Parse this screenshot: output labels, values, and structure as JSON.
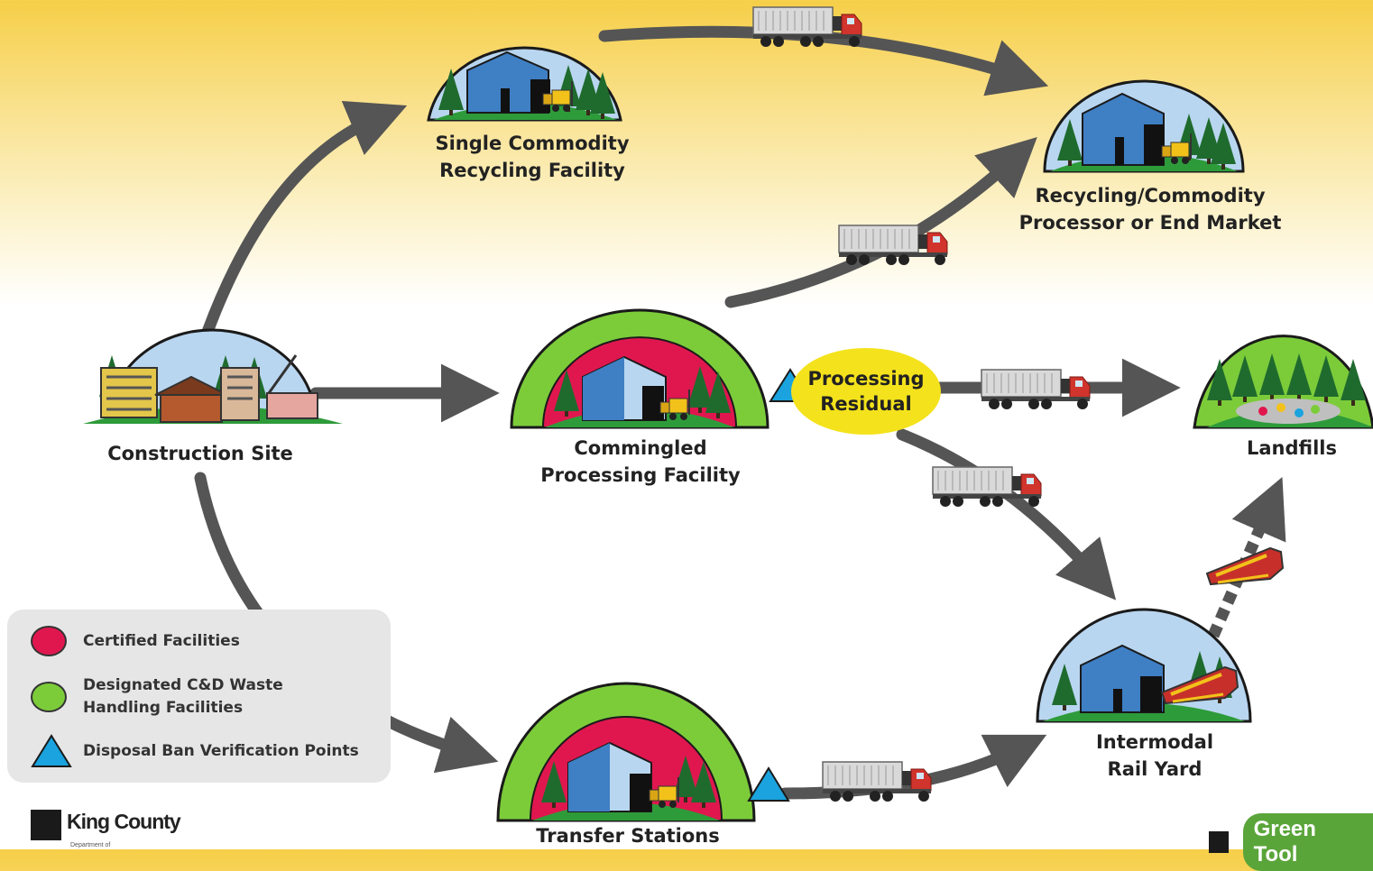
{
  "diagram": {
    "nodes": {
      "construction_site": "Construction Site",
      "single_commodity": [
        "Single Commodity",
        "Recycling Facility"
      ],
      "recycling_processor": [
        "Recycling/Commodity",
        "Processor or End Market"
      ],
      "commingled": [
        "Commingled",
        "Processing Facility"
      ],
      "processing_residual": [
        "Processing",
        "Residual"
      ],
      "landfills": "Landfills",
      "intermodal": [
        "Intermodal",
        "Rail Yard"
      ],
      "transfer_stations": "Transfer Stations"
    },
    "legend": [
      {
        "label": "Certified Facilities",
        "color": "#e0174f"
      },
      {
        "label": [
          "Designated C&D Waste",
          "Handling Facilities"
        ],
        "color": "#7ccc3a"
      },
      {
        "label": "Disposal Ban Verification Points",
        "color": "#1aa3de"
      }
    ],
    "logos": {
      "king_county": "King County",
      "king_county_sub": "Department of",
      "green_tools": "Green Tool"
    }
  },
  "colors": {
    "arrow": "#555555",
    "certified": "#e0174f",
    "designated": "#7ccc3a",
    "verification": "#1aa3de",
    "residual": "#f4e21c",
    "sky": "#b9d6f0",
    "building": "#3f7fc4",
    "tree": "#1f6b2e",
    "ground": "#2e9b3a"
  },
  "icons": [
    "truck-icon",
    "train-icon",
    "building-icon",
    "tree-icon",
    "forklift-icon"
  ]
}
